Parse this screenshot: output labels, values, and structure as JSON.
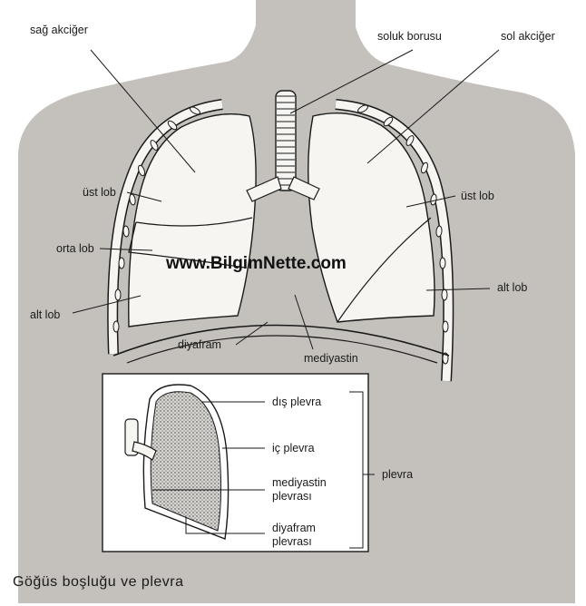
{
  "labels": {
    "right_lung": "sağ akciğer",
    "trachea": "soluk borusu",
    "left_lung": "sol akciğer",
    "upper_lobe_right": "üst lob",
    "middle_lobe": "orta lob",
    "lower_lobe_right": "alt lob",
    "upper_lobe_left": "üst lob",
    "lower_lobe_left": "alt lob",
    "diaphragm": "diyafram",
    "mediastinum": "mediyastin",
    "outer_pleura": "dış plevra",
    "inner_pleura": "iç plevra",
    "mediastinal_pleura_1": "mediyastin",
    "mediastinal_pleura_2": "plevrası",
    "diaphragm_pleura_1": "diyafram",
    "diaphragm_pleura_2": "plevrası",
    "pleura": "plevra"
  },
  "watermark": "www.BilgimNette.com",
  "caption": "Göğüs boşluğu ve plevra",
  "colors": {
    "body": "#c4c0bb",
    "lung": "#f6f5f2",
    "line": "#1a1a1a",
    "inset_fill": "#bdbab5"
  }
}
